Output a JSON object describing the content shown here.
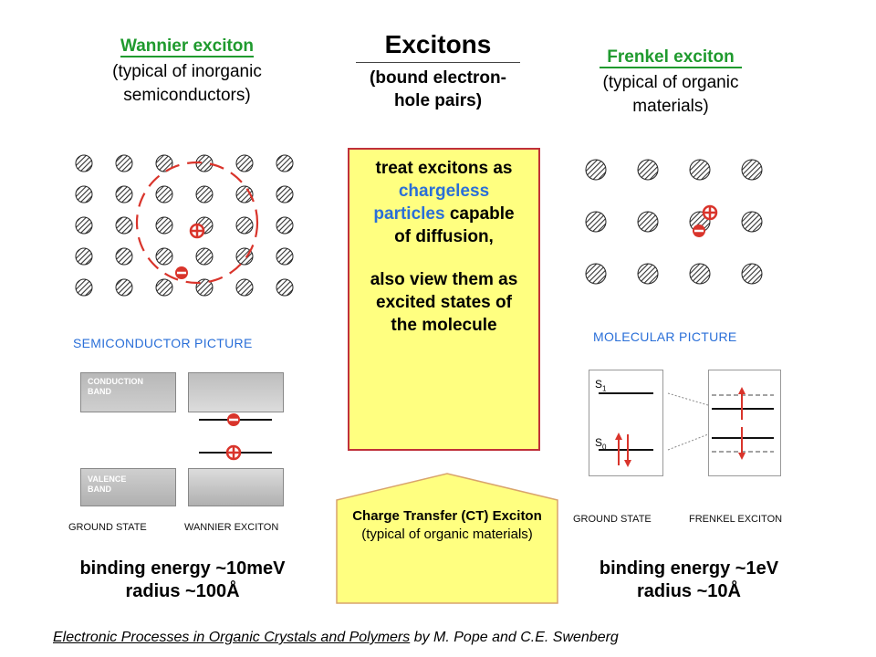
{
  "title": "Excitons",
  "subtitle": "(bound electron-hole pairs)",
  "wannier": {
    "title": "Wannier exciton",
    "desc": "(typical of inorganic semiconductors)",
    "picture_label": "SEMICONDUCTOR PICTURE",
    "conduction_band": "CONDUCTION BAND",
    "valence_band": "VALENCE BAND",
    "ground_state": "GROUND STATE",
    "excited_label": "WANNIER EXCITON",
    "binding": "binding energy ~10meV",
    "radius": "radius ~100Å"
  },
  "frenkel": {
    "title": "Frenkel exciton",
    "desc": "(typical of organic materials)",
    "picture_label": "MOLECULAR PICTURE",
    "s1": "S",
    "s1_sub": "1",
    "s0": "S",
    "s0_sub": "0",
    "ground_state": "GROUND STATE",
    "excited_label": "FRENKEL EXCITON",
    "binding": "binding energy ~1eV",
    "radius": "radius ~10Å"
  },
  "center_box": {
    "line1": "treat excitons as",
    "highlight": "chargeless particles",
    "line2": "capable of diffusion,",
    "line3": "also view them as excited states of the molecule"
  },
  "ct_box": {
    "title": "Charge Transfer (CT) Exciton",
    "desc": "(typical of organic materials)"
  },
  "citation": {
    "book": "Electronic Processes in Organic Crystals and Polymers",
    "rest": " by M. Pope and C.E. Swenberg"
  },
  "colors": {
    "green": "#1f9a2e",
    "blue_text": "#2a6fd8",
    "box_fill": "#ffff80",
    "box_border": "#c0303a",
    "ct_fill": "#ffff80",
    "ct_border": "#d9a46c",
    "charge_red": "#d9342b"
  }
}
